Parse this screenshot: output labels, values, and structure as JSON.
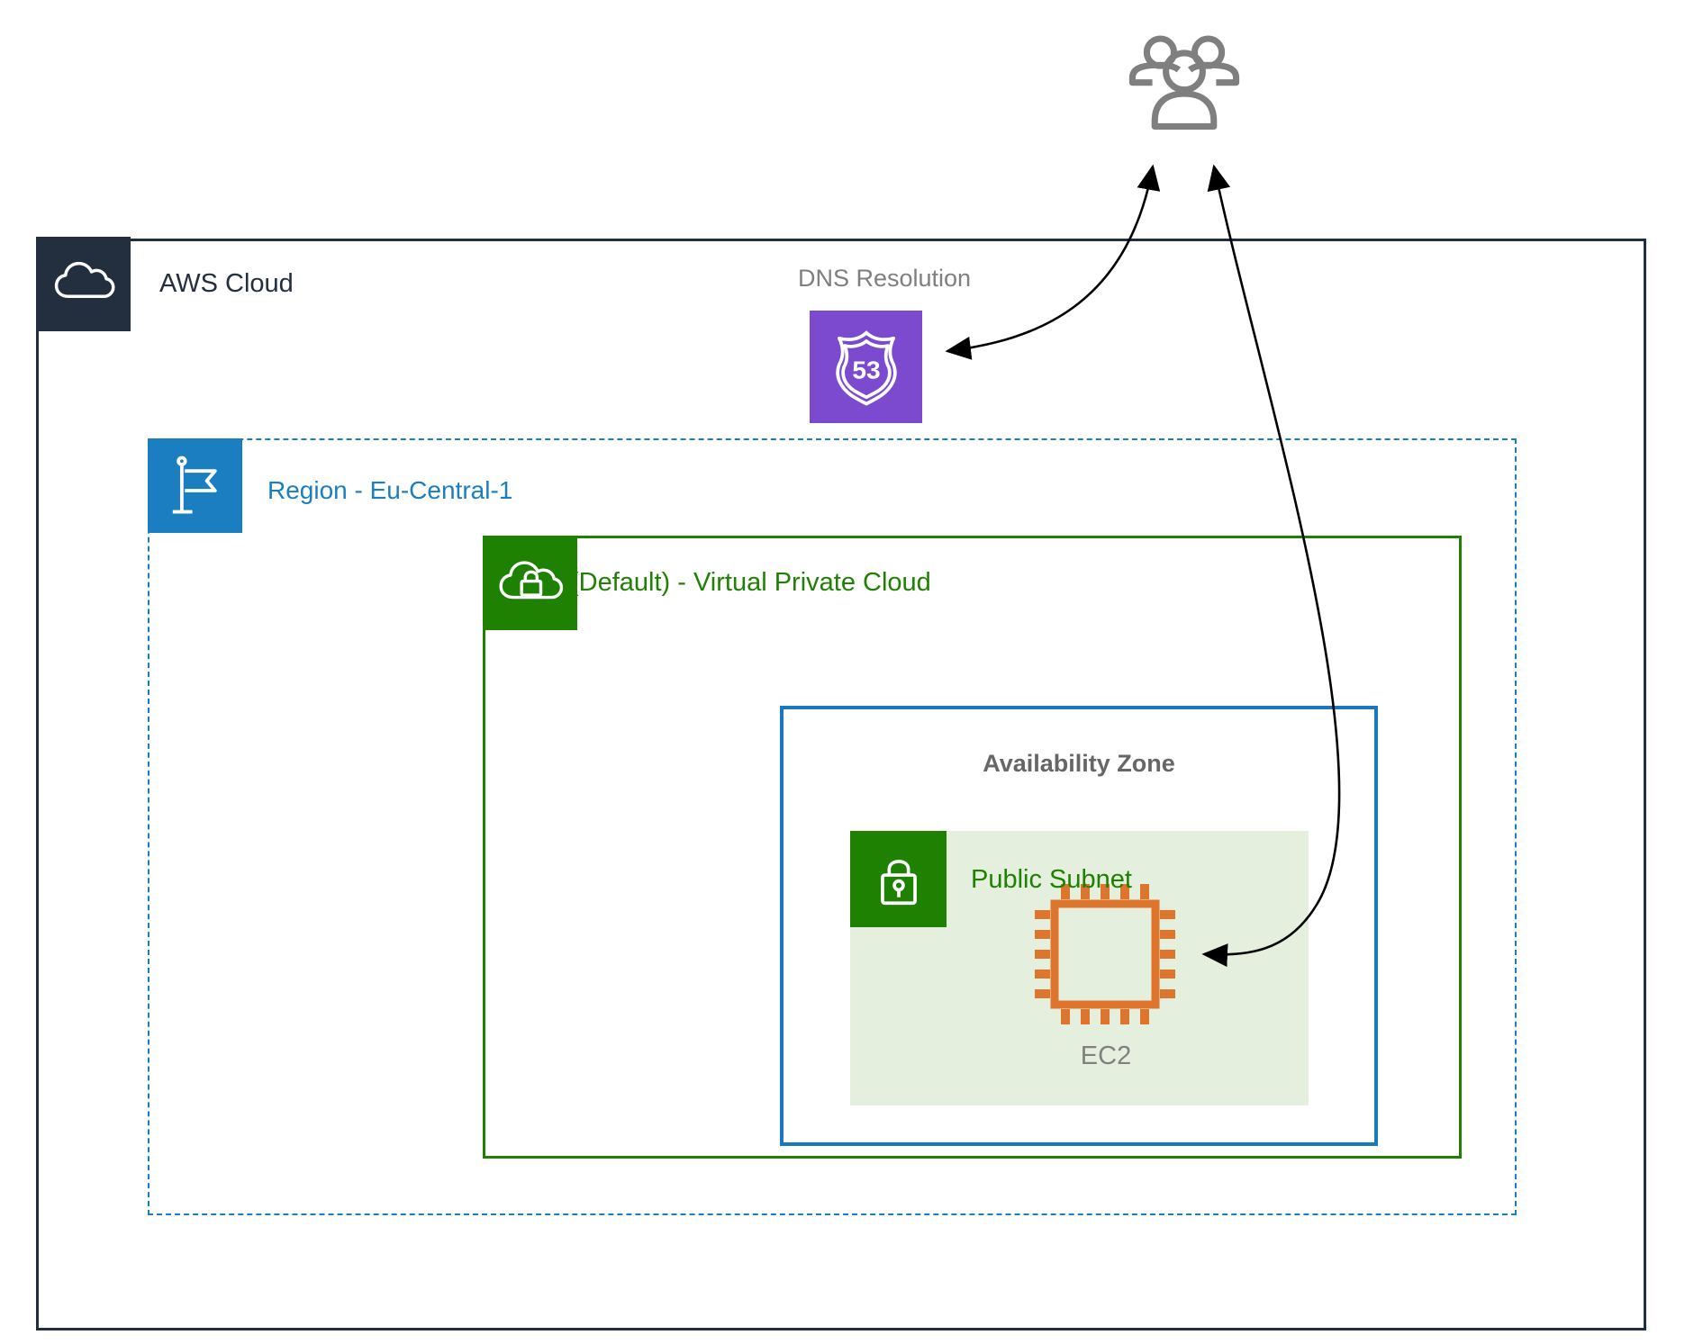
{
  "diagram": {
    "aws_cloud": {
      "label": "AWS Cloud"
    },
    "dns": {
      "label": "DNS Resolution"
    },
    "region": {
      "label": "Region - Eu-Central-1"
    },
    "vpc": {
      "label": "(Default) - Virtual Private Cloud"
    },
    "availability_zone": {
      "label": "Availability Zone"
    },
    "public_subnet": {
      "label": "Public Subnet"
    },
    "ec2": {
      "label": "EC2"
    },
    "colors": {
      "aws_navy": "#232F3E",
      "region_blue": "#1A7EC1",
      "az_border_blue": "#1878C0",
      "green": "#1E8102",
      "subnet_fill": "#E5EFDE",
      "route53_purple": "#7C4ACF",
      "ec2_orange": "#DE752D",
      "users_gray": "#808080",
      "label_gray": "#7F7F7F",
      "arrow_black": "#000000"
    }
  }
}
